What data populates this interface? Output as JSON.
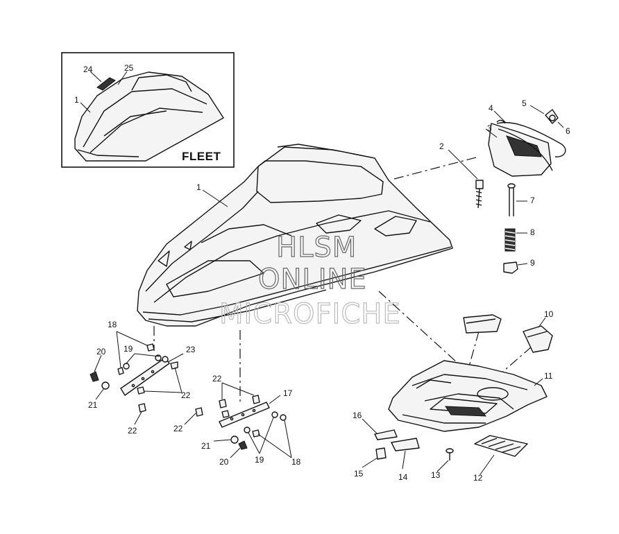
{
  "diagram": {
    "inset_label": "FLEET",
    "watermark": {
      "line1": "HLSM",
      "line2": "ONLINE",
      "line3": "MICROFICHE"
    },
    "callouts": {
      "c1_main": "1",
      "c1_inset": "1",
      "c24": "24",
      "c25": "25",
      "c2": "2",
      "c3": "3",
      "c4": "4",
      "c5": "5",
      "c6": "6",
      "c7": "7",
      "c8": "8",
      "c9": "9",
      "c10": "10",
      "c11": "11",
      "c12": "12",
      "c13": "13",
      "c14": "14",
      "c15": "15",
      "c16": "16",
      "c17": "17",
      "c18_left": "18",
      "c19_left": "19",
      "c20_left": "20",
      "c21_left": "21",
      "c22_left_a": "22",
      "c22_left_b": "22",
      "c23": "23",
      "c22_mid_a": "22",
      "c22_mid_b": "22",
      "c21_mid": "21",
      "c20_mid": "20",
      "c19_mid": "19",
      "c18_mid": "18"
    }
  }
}
